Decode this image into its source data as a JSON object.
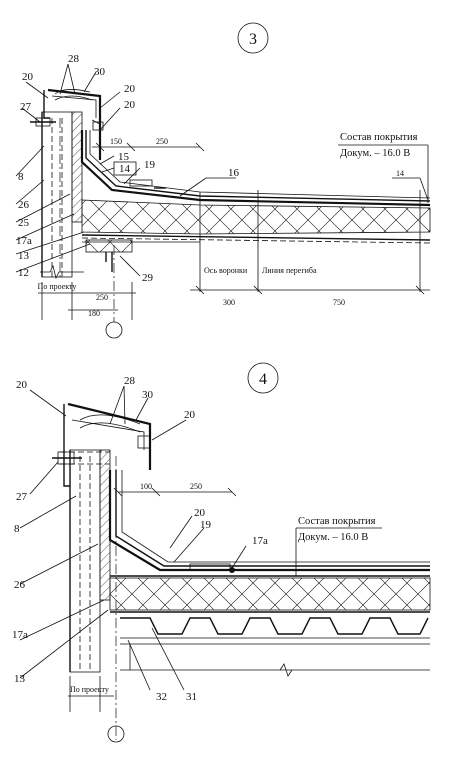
{
  "detail3": {
    "number": "3",
    "composition_title": "Состав покрытия",
    "composition_doc": "Докум. – 16.0 В",
    "labels": {
      "l28": "28",
      "l30": "30",
      "l20a": "20",
      "l20b": "20",
      "l20c": "20",
      "l27": "27",
      "l150": "150",
      "l250": "250",
      "l15": "15",
      "l14": "14",
      "l19": "19",
      "l16": "16",
      "l14b": "14",
      "l8": "8",
      "l26": "26",
      "l25": "25",
      "l17a": "17а",
      "l13": "13",
      "l12": "12",
      "l29": "29"
    },
    "funnel_axis": "Ось воронки",
    "fold_line": "Линия перегиба",
    "dim_300": "300",
    "dim_750": "750",
    "per_project": "По проекту",
    "dim_250b": "250",
    "dim_180": "180"
  },
  "detail4": {
    "number": "4",
    "composition_title": "Состав покрытия",
    "composition_doc": "Докум. – 16.0 В",
    "labels": {
      "l20a": "20",
      "l28": "28",
      "l30": "30",
      "l20b": "20",
      "l27": "27",
      "l100": "100",
      "l250": "250",
      "l8": "8",
      "l20c": "20",
      "l19": "19",
      "l17a": "17а",
      "l26": "26",
      "l17a2": "17а",
      "l13": "13",
      "l32": "32",
      "l31": "31"
    },
    "per_project": "По проекту"
  }
}
